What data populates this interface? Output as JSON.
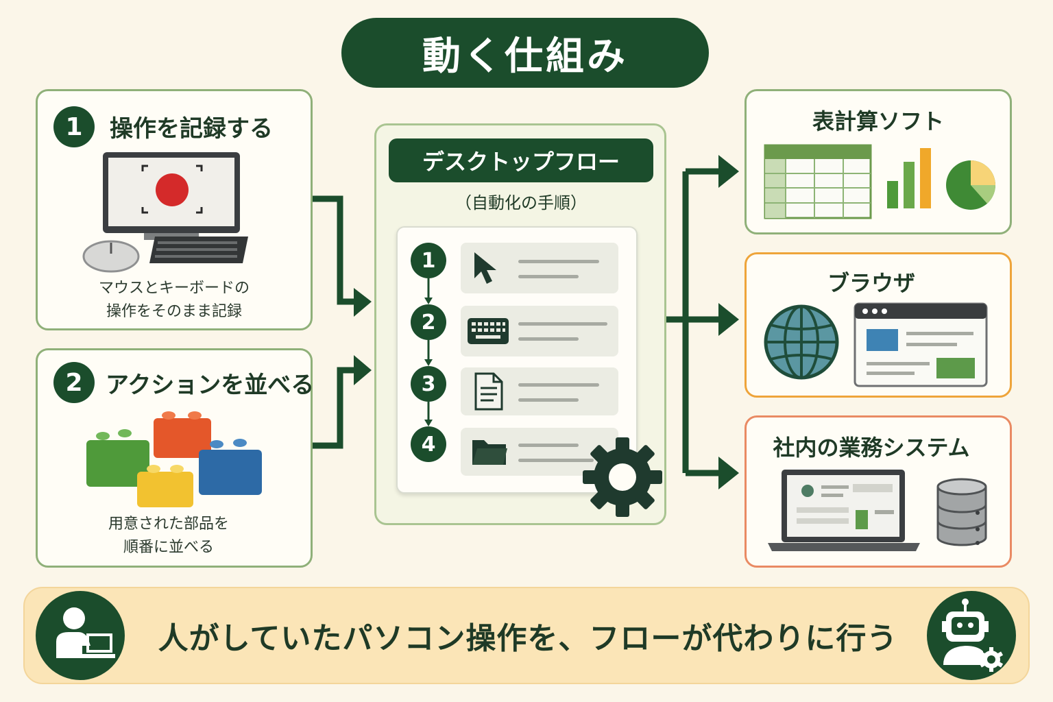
{
  "title": "動く仕組み",
  "steps": [
    {
      "number": "1",
      "title": "操作を記録する",
      "caption_line1": "マウスとキーボードの",
      "caption_line2": "操作をそのまま記録"
    },
    {
      "number": "2",
      "title": "アクションを並べる",
      "caption_line1": "用意された部品を",
      "caption_line2": "順番に並べる"
    }
  ],
  "flow": {
    "title": "デスクトップフロー",
    "subtitle": "（自動化の手順）",
    "actions": [
      {
        "number": "1",
        "icon": "cursor-icon"
      },
      {
        "number": "2",
        "icon": "keyboard-icon"
      },
      {
        "number": "3",
        "icon": "document-icon"
      },
      {
        "number": "4",
        "icon": "folder-icon"
      }
    ],
    "gear_icon": "gear-icon"
  },
  "targets": [
    {
      "title": "表計算ソフト",
      "icon": "spreadsheet-icon"
    },
    {
      "title": "ブラウザ",
      "icon": "globe-icon"
    },
    {
      "title": "社内の業務システム",
      "icon": "laptop-icon"
    }
  ],
  "bottom_message": "人がしていたパソコン操作を、フローが代わりに行う",
  "colors": {
    "dark_green": "#1b4d2c",
    "card_green_border": "#8fb079",
    "orange_border": "#eea43a",
    "coral_border": "#e98a63",
    "bottom_bar": "#fbe5b7"
  }
}
